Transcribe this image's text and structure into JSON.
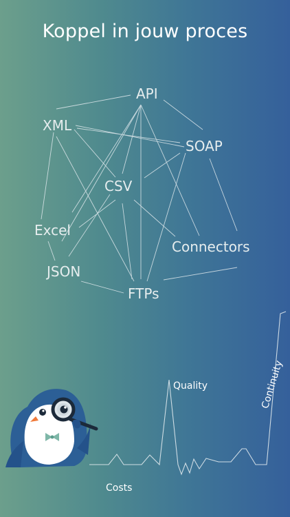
{
  "title": "Koppel in jouw proces",
  "nodes": {
    "api": "API",
    "xml": "XML",
    "soap": "SOAP",
    "csv": "CSV",
    "excel": "Excel",
    "connectors": "Connectors",
    "json": "JSON",
    "ftps": "FTPs"
  },
  "metrics": {
    "quality": "Quality",
    "costs": "Costs",
    "continuity": "Continuity"
  },
  "colors": {
    "gradient_left": "#6c9f8c",
    "gradient_right": "#35609b",
    "line": "#dfe8ec",
    "mascot_blue": "#2c5f96",
    "mascot_white": "#ffffff"
  },
  "mascot": {
    "icon": "penguin-with-magnifying-glass-icon"
  }
}
